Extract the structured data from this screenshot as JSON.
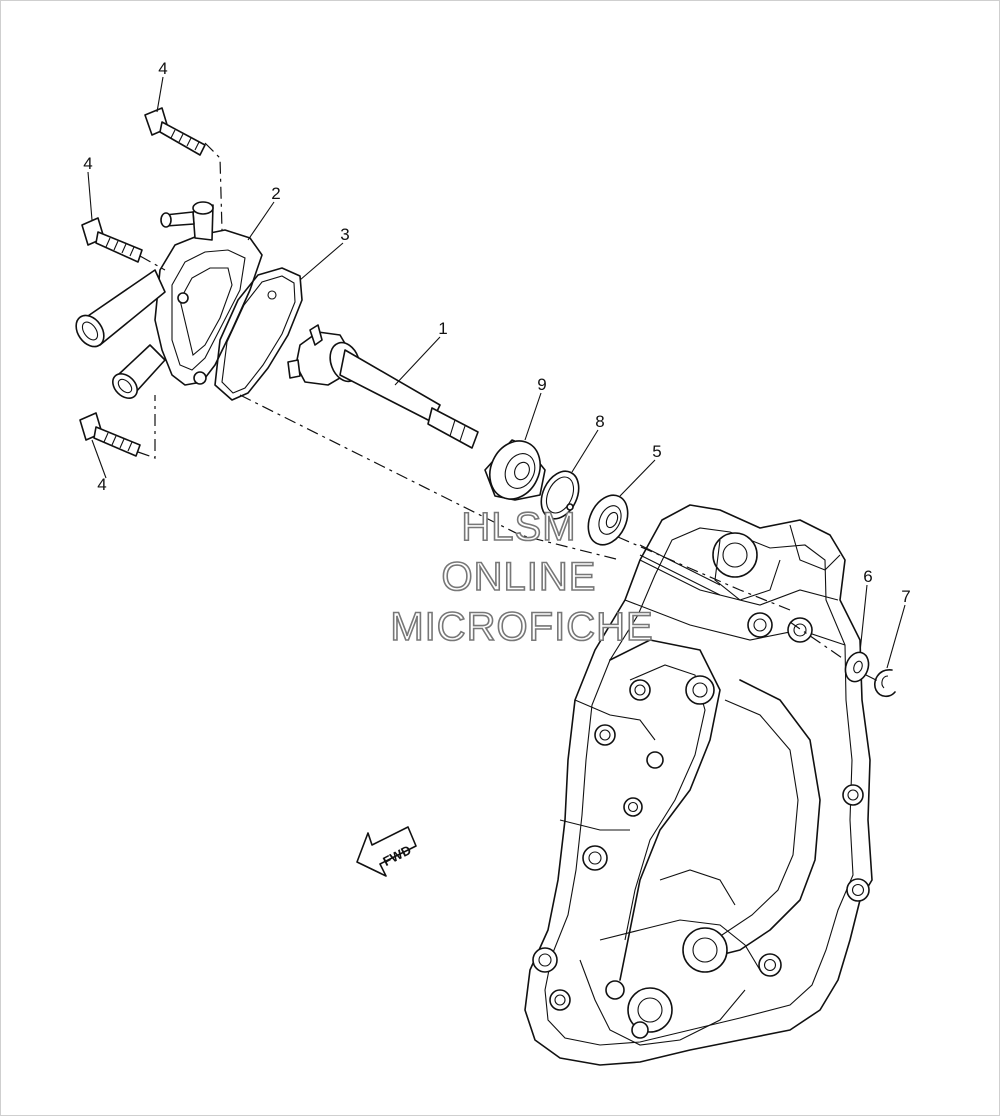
{
  "callouts": {
    "c1": "1",
    "c2": "2",
    "c3": "3",
    "c4a": "4",
    "c4b": "4",
    "c4c": "4",
    "c5": "5",
    "c6": "6",
    "c7": "7",
    "c8": "8",
    "c9": "9"
  },
  "watermark": {
    "line1": "HLSM",
    "line2": "ONLINE",
    "line3": "MICROFICHE"
  },
  "direction_label": "FWD"
}
